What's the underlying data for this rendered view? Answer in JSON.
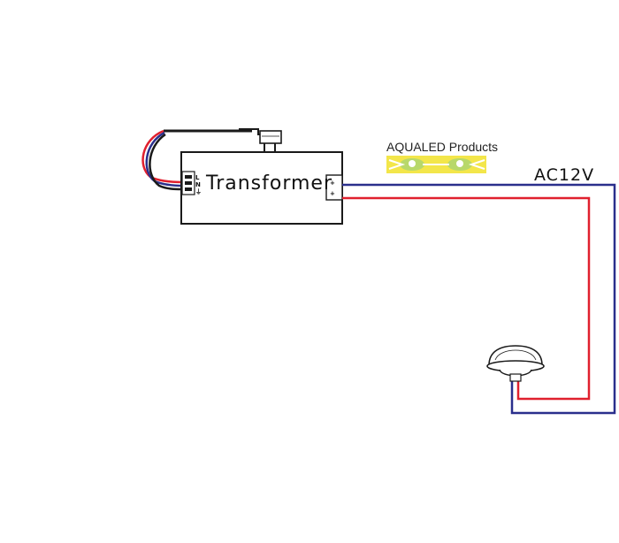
{
  "transformer": {
    "label": "Transformer",
    "input_marks": [
      "L",
      "N",
      "⏚"
    ],
    "output_marks": [
      "+",
      "+"
    ]
  },
  "power": {
    "label": "AC12V"
  },
  "brand": {
    "label": "AQUALED Products"
  },
  "icons": [
    "plug-icon",
    "pool-lamp-icon",
    "brand-logo-icon"
  ],
  "colors": {
    "wire_blue": "#2a2f8c",
    "wire_red": "#e0202e",
    "outline": "#1a1a1a",
    "logo_yellow": "#f3e64a",
    "logo_green": "#b8d86a"
  }
}
